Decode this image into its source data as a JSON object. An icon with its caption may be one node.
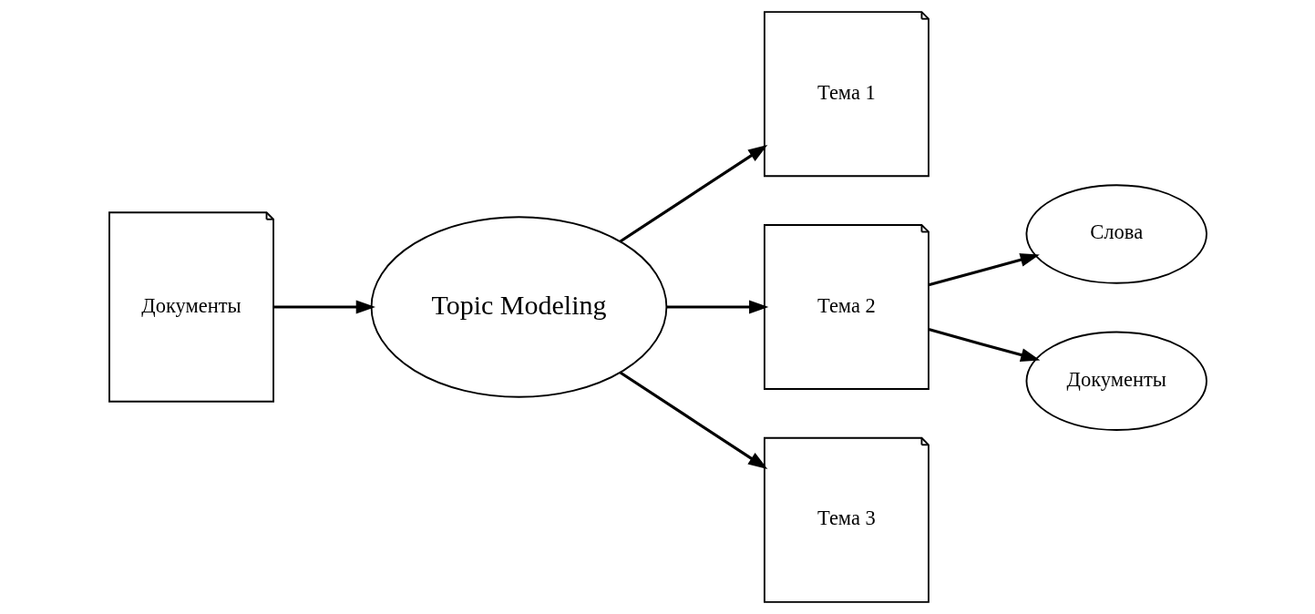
{
  "diagram": {
    "nodes": [
      {
        "text": [
          "Документы"
        ]
      },
      {
        "text": [
          "Topic Modeling"
        ]
      },
      {
        "text": [
          "Тема 1"
        ]
      },
      {
        "text": [
          "Тема 2"
        ]
      },
      {
        "text": [
          "Тема 3"
        ]
      },
      {
        "text": [
          "Слова"
        ]
      },
      {
        "text": [
          "Документы"
        ]
      }
    ],
    "edges": [
      {
        "from": 0,
        "to": 1,
        "arrow": "to"
      },
      {
        "from": 1,
        "to": 2,
        "arrow": "to"
      },
      {
        "from": 1,
        "to": 3,
        "arrow": "to"
      },
      {
        "from": 1,
        "to": 4,
        "arrow": "to"
      },
      {
        "from": 3,
        "to": 5,
        "arrow": "to"
      },
      {
        "from": 3,
        "to": 6,
        "arrow": "to"
      }
    ]
  }
}
